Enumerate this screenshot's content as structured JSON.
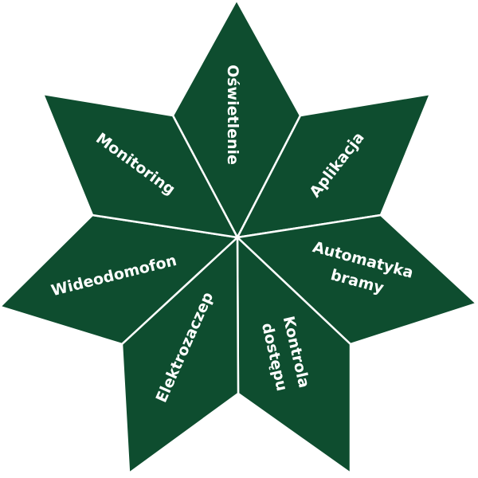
{
  "colors": {
    "petal_fill": "#0e4d2f",
    "divider": "#ffffff",
    "label": "#ffffff",
    "background": "#ffffff"
  },
  "petals": [
    {
      "key": "oswietlenie",
      "lines": [
        "Oświetlenie"
      ]
    },
    {
      "key": "aplikacja",
      "lines": [
        "Aplikacja"
      ]
    },
    {
      "key": "automatyka",
      "lines": [
        "Automatyka",
        "bramy"
      ]
    },
    {
      "key": "kontrola",
      "lines": [
        "Kontrola",
        "dostępu"
      ]
    },
    {
      "key": "elektrozaczep",
      "lines": [
        "Elektrozaczep"
      ]
    },
    {
      "key": "wideodomofon",
      "lines": [
        "Wideodomofon"
      ]
    },
    {
      "key": "monitoring",
      "lines": [
        "Monitoring"
      ]
    }
  ]
}
